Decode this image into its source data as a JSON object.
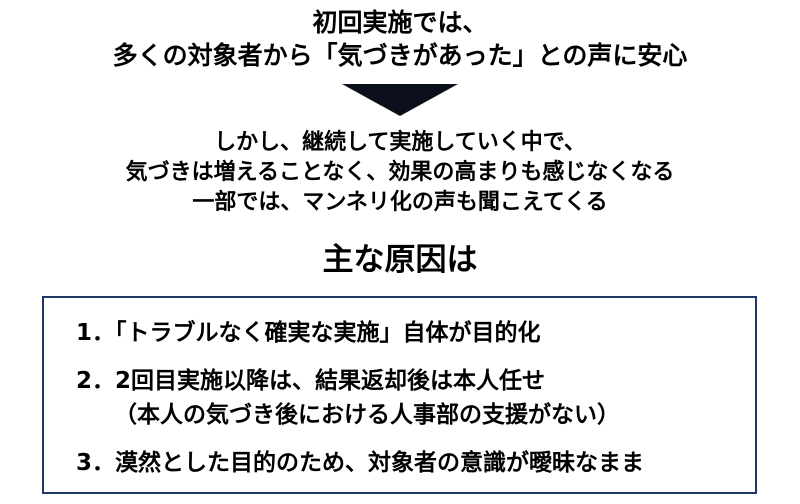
{
  "slide": {
    "background_color": "#ffffff",
    "text_color": "#000000"
  },
  "top_statement": {
    "lines": [
      "初回実施では、",
      "多くの対象者から「気づきがあった」との声に安心"
    ]
  },
  "arrow": {
    "direction": "down",
    "color": "#0b0f1c",
    "name": "down-triangle-arrow"
  },
  "middle_statement": {
    "lines": [
      "しかし、継続して実施していく中で、",
      "気づきは増えることなく、効果の高まりも感じなくなる",
      "一部では、マンネリ化の声も聞こえてくる"
    ]
  },
  "section": {
    "heading": "主な原因は"
  },
  "causes_box": {
    "border_color": "#1f3864",
    "items": [
      {
        "number": "1．",
        "text": "「トラブルなく確実な実施」自体が目的化",
        "full_line": "1．「トラブルなく確実な実施」自体が目的化",
        "subline": null
      },
      {
        "number": "2．",
        "text": "2回目実施以降は、結果返却後は本人任せ",
        "full_line": "2．2回目実施以降は、結果返却後は本人任せ",
        "subline": "（本人の気づき後における人事部の支援がない）"
      },
      {
        "number": "3．",
        "text": "漠然とした目的のため、対象者の意識が曖昧なまま",
        "full_line": "3．漠然とした目的のため、対象者の意識が曖昧なまま",
        "subline": null
      }
    ]
  }
}
